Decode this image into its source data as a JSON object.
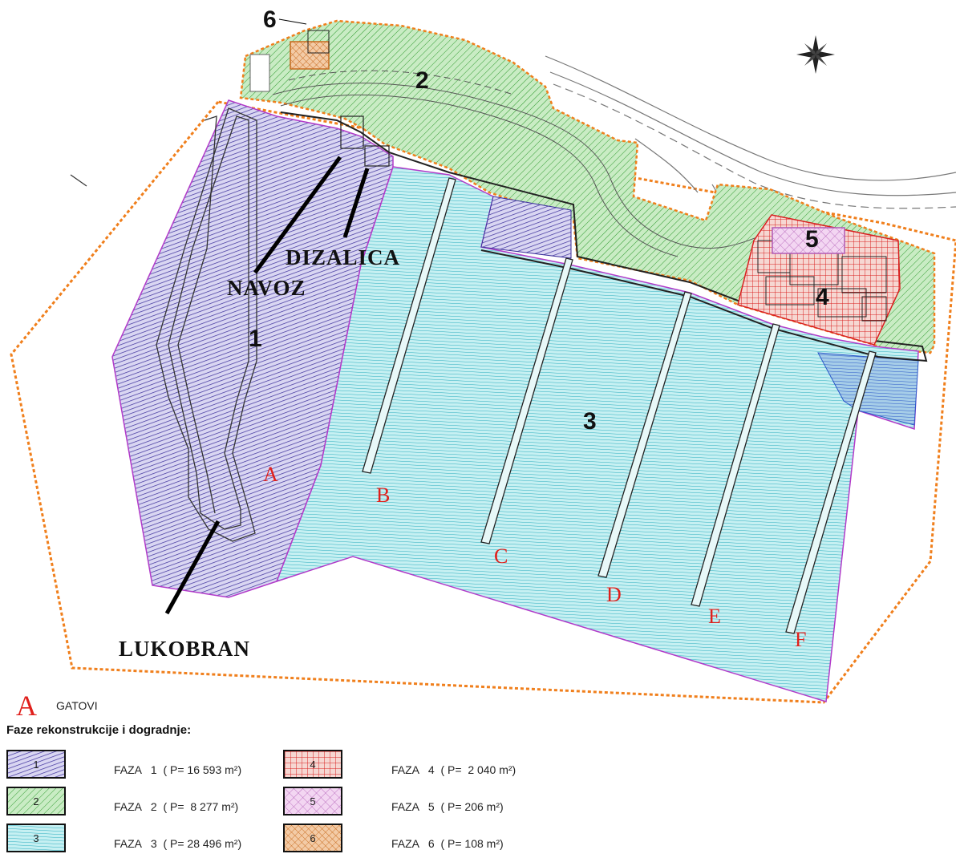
{
  "map": {
    "zones": {
      "z1": "1",
      "z2": "2",
      "z3": "3",
      "z4": "4",
      "z5": "5",
      "z6": "6"
    },
    "piers": [
      "A",
      "B",
      "C",
      "D",
      "E",
      "F"
    ],
    "structures": {
      "navoz": "NAVOZ",
      "dizalica": "DIZALICA",
      "lukobran": "LUKOBRAN"
    },
    "colors": {
      "phase1": "#3a2d9a",
      "phase1_bg": "#d9d6f2",
      "phase2": "#2e9a2e",
      "phase2_bg": "#c9ecc4",
      "phase3": "#19a6b8",
      "phase3_bg": "#c6f0f2",
      "phase4": "#d92020",
      "phase4_bg": "#f6d7d2",
      "phase5": "#b05ab5",
      "phase5_bg": "#f3d6f2",
      "phase6": "#c86a1e",
      "phase6_bg": "#f3cba6",
      "boundary": "#f07f1c"
    }
  },
  "legend": {
    "key_letter": "A",
    "key_text": "GATOVI",
    "title": "Faze rekonstrukcije i dogradnje:",
    "phases": [
      {
        "num": "1",
        "text": "FAZA   1  ( P= 16 593 m²)"
      },
      {
        "num": "2",
        "text": "FAZA   2  ( P=  8 277 m²)"
      },
      {
        "num": "3",
        "text": "FAZA   3  ( P= 28 496 m²)"
      },
      {
        "num": "4",
        "text": "FAZA   4  ( P=  2 040 m²)"
      },
      {
        "num": "5",
        "text": "FAZA   5  ( P= 206 m²)"
      },
      {
        "num": "6",
        "text": "FAZA   6  ( P= 108 m²)"
      }
    ]
  }
}
